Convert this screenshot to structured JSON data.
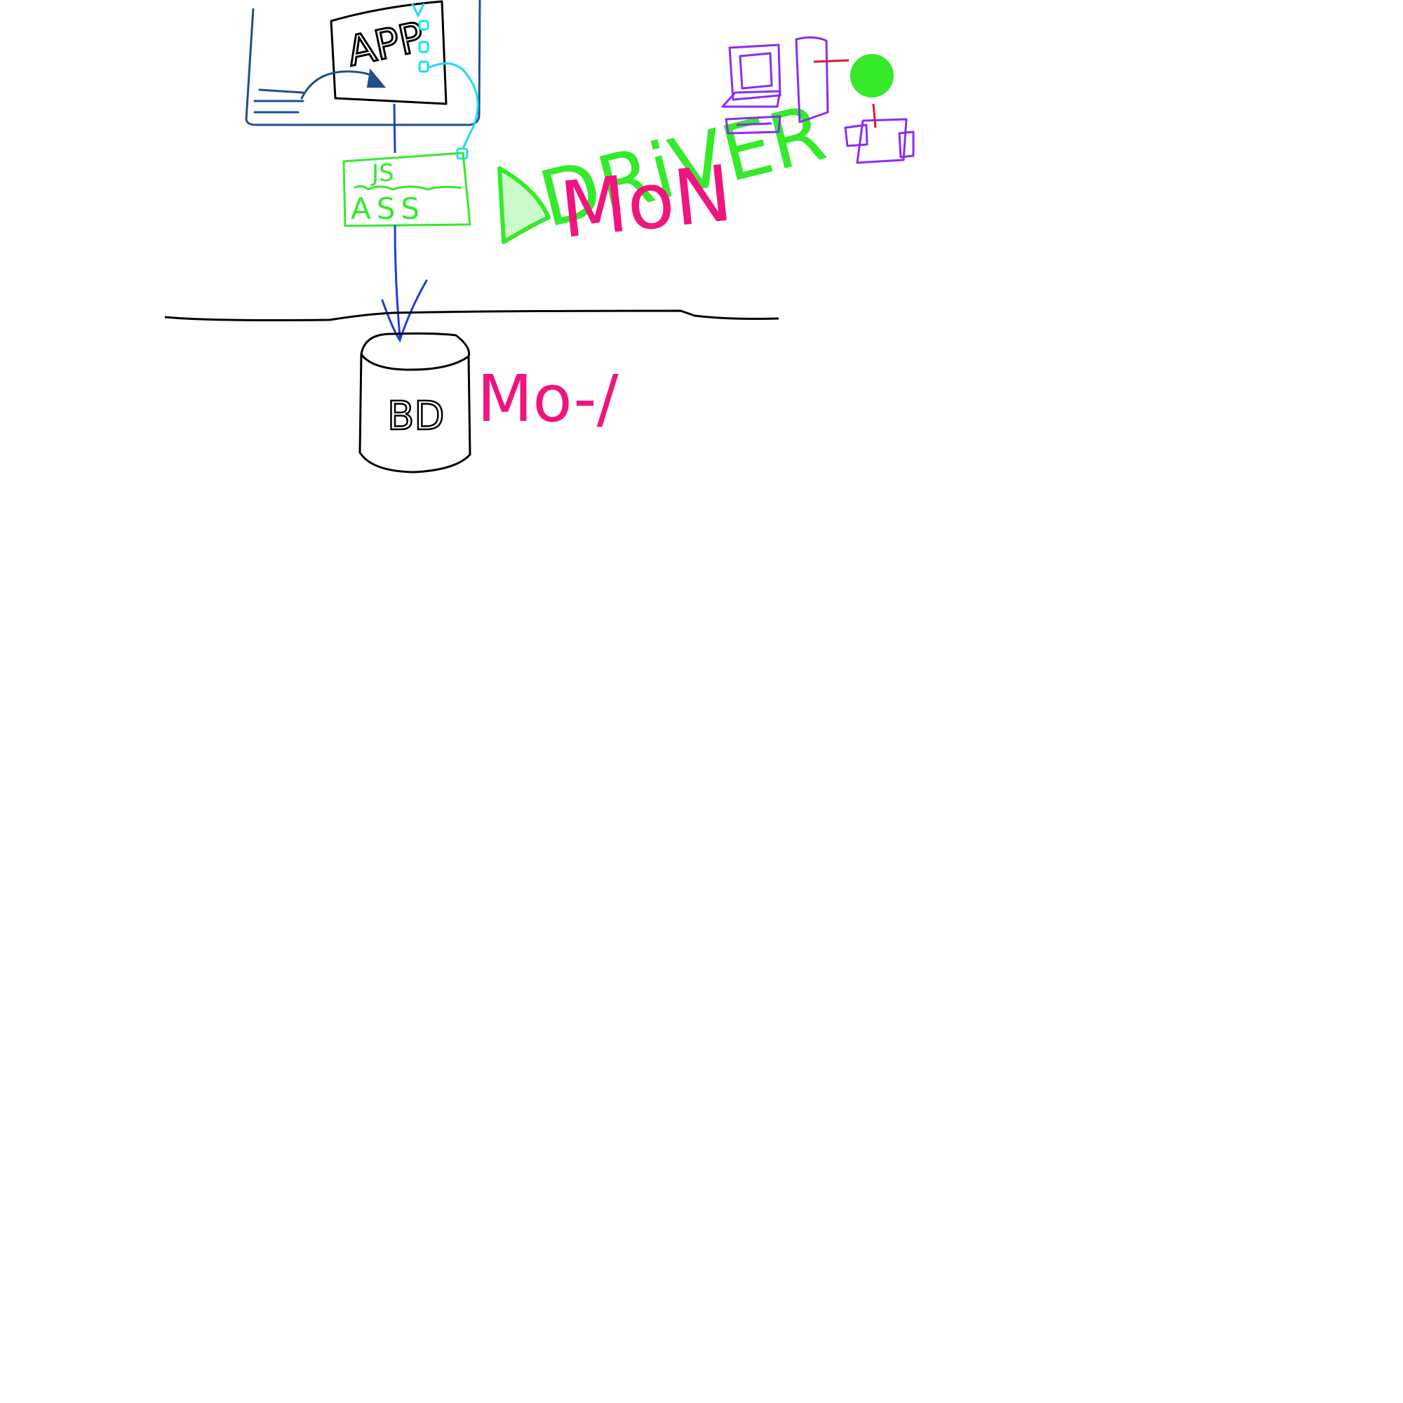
{
  "colors": {
    "background": "#ffffff",
    "ink_black": "#000000",
    "frame_blue": "#1f4e8c",
    "arrow_blue": "#1e3fd6",
    "cyan": "#19e0f0",
    "green": "#35ea2a",
    "magenta": "#f0147e",
    "purple": "#8a2cf5",
    "red": "#e01818"
  },
  "labels": {
    "app": "APP",
    "js": "JS",
    "ass": "ASS",
    "driver": "DRiVER",
    "mon_top": "MoN",
    "bd": "BD",
    "mon_bottom": "Mo-/"
  },
  "icons": [
    "computer-icon",
    "network-icon"
  ]
}
